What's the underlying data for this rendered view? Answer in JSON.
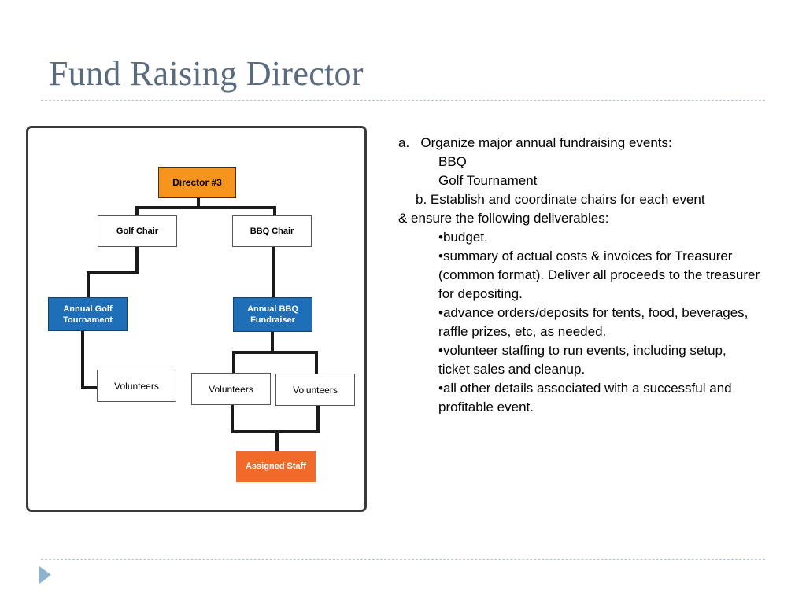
{
  "slide": {
    "title": "Fund Raising Director"
  },
  "org_chart": {
    "director": "Director #3",
    "golf_chair": "Golf Chair",
    "bbq_chair": "BBQ Chair",
    "golf_event": "Annual Golf Tournament",
    "bbq_event": "Annual BBQ Fundraiser",
    "golf_volunteers": "Volunteers",
    "bbq_volunteers_1": "Volunteers",
    "bbq_volunteers_2": "Volunteers",
    "assigned_staff": "Assigned Staff"
  },
  "responsibilities": {
    "a": "a.   Organize major annual fundraising events:",
    "a_item_1": "BBQ",
    "a_item_2": "Golf Tournament",
    "b_line_1": "b.  Establish and coordinate chairs for each event",
    "b_line_2": "& ensure the following deliverables:",
    "deliverables": [
      "•budget.",
      "•summary of actual costs & invoices for Treasurer (common format). Deliver all proceeds to the treasurer for depositing.",
      "•advance orders/deposits for tents, food, beverages, raffle prizes, etc, as needed.",
      "•volunteer staffing to run events, including setup, ticket sales and cleanup.",
      "•all other details associated with a successful and profitable event."
    ]
  },
  "colors": {
    "title": "#5b6b7f",
    "director_fill": "#f7941d",
    "staff_fill": "#f26a2a",
    "event_fill": "#1f6fb8"
  }
}
